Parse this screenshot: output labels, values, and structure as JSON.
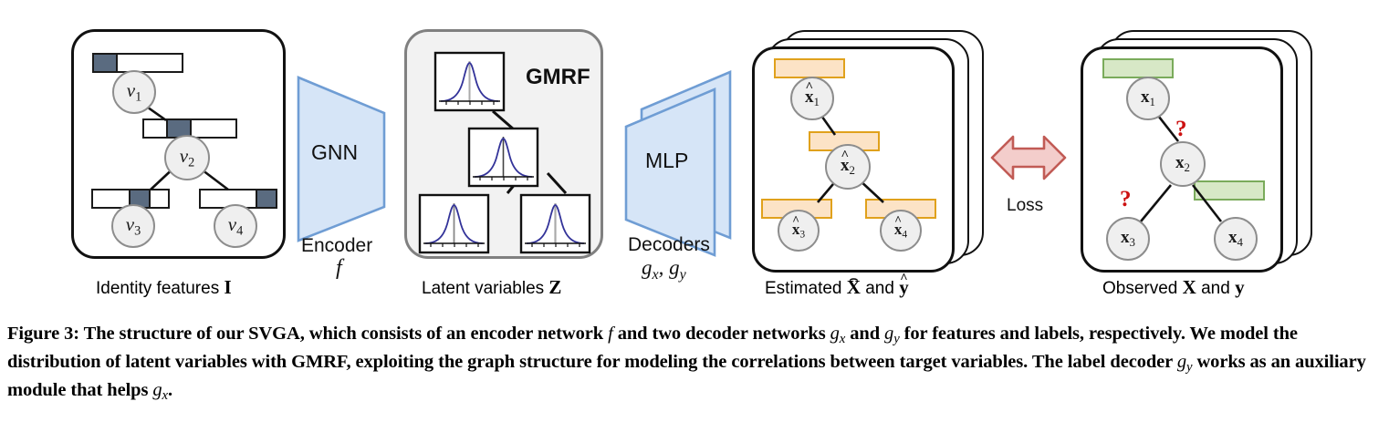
{
  "figure": {
    "panels": [
      {
        "id": "identity-features",
        "label_text": "Identity features ",
        "label_symbol": "I",
        "box_title": "",
        "nodes": [
          {
            "name": "v1",
            "base": "v",
            "sub": "1"
          },
          {
            "name": "v2",
            "base": "v",
            "sub": "2"
          },
          {
            "name": "v3",
            "base": "v",
            "sub": "3"
          },
          {
            "name": "v4",
            "base": "v",
            "sub": "4"
          }
        ],
        "feature_bars": [
          {
            "node": "v1",
            "cells": 4,
            "filled_index": 0
          },
          {
            "node": "v2",
            "cells": 4,
            "filled_index": 1
          },
          {
            "node": "v3",
            "cells": 4,
            "filled_index": 2
          },
          {
            "node": "v4",
            "cells": 4,
            "filled_index": 3
          }
        ]
      },
      {
        "id": "latent-variables",
        "label_text": "Latent variables ",
        "label_symbol": "Z",
        "box_title": "GMRF",
        "plots": 4
      },
      {
        "id": "estimated",
        "label_text": "Estimated ",
        "label_symbol": "X",
        "label_text2": " and ",
        "label_symbol2": "y",
        "nodes": [
          {
            "name": "xhat1",
            "base": "x",
            "sub": "1"
          },
          {
            "name": "xhat2",
            "base": "x",
            "sub": "2"
          },
          {
            "name": "xhat3",
            "base": "x",
            "sub": "3"
          },
          {
            "name": "xhat4",
            "base": "x",
            "sub": "4"
          }
        ],
        "bars": [
          "xhat1",
          "xhat2",
          "xhat3",
          "xhat4"
        ]
      },
      {
        "id": "observed",
        "label_text": "Observed ",
        "label_symbol": "X",
        "label_text2": " and ",
        "label_symbol2": "y",
        "nodes": [
          {
            "name": "x1",
            "base": "x",
            "sub": "1"
          },
          {
            "name": "x2",
            "base": "x",
            "sub": "2"
          },
          {
            "name": "x3",
            "base": "x",
            "sub": "3"
          },
          {
            "name": "x4",
            "base": "x",
            "sub": "4"
          }
        ],
        "bars": [
          "x1",
          "x4"
        ],
        "missing_marks": [
          "?",
          "?"
        ]
      }
    ],
    "encoder": {
      "block_label": "GNN",
      "role_label": "Encoder",
      "symbol": "f"
    },
    "decoder": {
      "block_label": "MLP",
      "role_label": "Decoders",
      "symbol_x": "g",
      "symbol_x_sub": "x",
      "symbol_y": "g",
      "symbol_y_sub": "y"
    },
    "loss": {
      "label": "Loss",
      "icon": "double-arrow-icon"
    },
    "colors": {
      "feature_dark": "#5a6b80",
      "estimated_fill": "#fce3c6",
      "estimated_border": "#e0a11c",
      "observed_fill": "#d7e8c6",
      "observed_border": "#7aab5b",
      "trapezoid_fill": "#d6e5f7",
      "trapezoid_border": "#6f9dd4",
      "loss_fill": "#f3cdcb",
      "loss_border": "#c15b55",
      "gauss_curve": "#333399",
      "node_fill": "#efefef",
      "panel_gray": "#f2f2f2",
      "qmark": "#cc1111"
    }
  },
  "caption": {
    "prefix": "Figure 3:",
    "p1": " The structure of our SVGA, which consists of an encoder network ",
    "f": "f",
    "p2": " and two decoder networks ",
    "gx": "g",
    "gx_sub": "x",
    "p3": " and ",
    "gy": "g",
    "gy_sub": "y",
    "p4": " for features and labels, respectively. We model the distribution of latent variables with GMRF, exploiting the graph structure for modeling the correlations between target variables. The label decoder ",
    "gy2": "g",
    "gy2_sub": "y",
    "p5": " works as an auxiliary module that helps ",
    "gx2": "g",
    "gx2_sub": "x",
    "p6": "."
  }
}
